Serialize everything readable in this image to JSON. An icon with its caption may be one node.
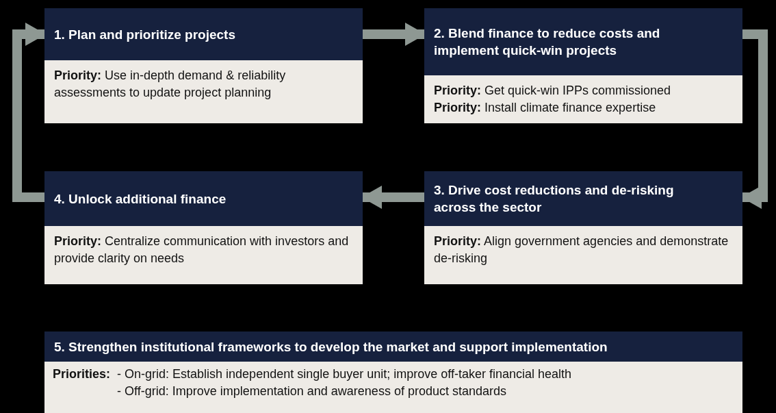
{
  "diagram": {
    "nodes": [
      {
        "text": [
          "1. Plan and prioritize projects",
          "**Priority:** Use in-depth demand & reliability assessments to update project planning"
        ]
      },
      {
        "text": [
          "2. Blend finance to reduce costs and implement quick-win projects",
          "**Priority:** Get quick-win IPPs commissioned",
          "**Priority:** Install climate finance expertise"
        ]
      },
      {
        "text": [
          "3. Drive cost reductions and de-risking across the sector",
          "**Priority:** Align government agencies and demonstrate de-risking"
        ]
      },
      {
        "text": [
          "4. Unlock additional finance",
          "**Priority:** Centralize communication with investors and provide clarity on needs"
        ]
      },
      {
        "text": [
          "5. Strengthen institutional frameworks to develop the market and support implementation",
          "Priorities:",
          "- On-grid: Establish independent single buyer unit; improve off-taker financial health",
          "- Off-grid: Improve implementation and awareness of product standards"
        ]
      }
    ],
    "edges": [
      {
        "from": 0,
        "to": 1,
        "arrow": "to"
      },
      {
        "from": 1,
        "to": 2,
        "arrow": "to"
      },
      {
        "from": 2,
        "to": 3,
        "arrow": "to"
      },
      {
        "from": 3,
        "to": 0,
        "arrow": "to"
      }
    ]
  }
}
